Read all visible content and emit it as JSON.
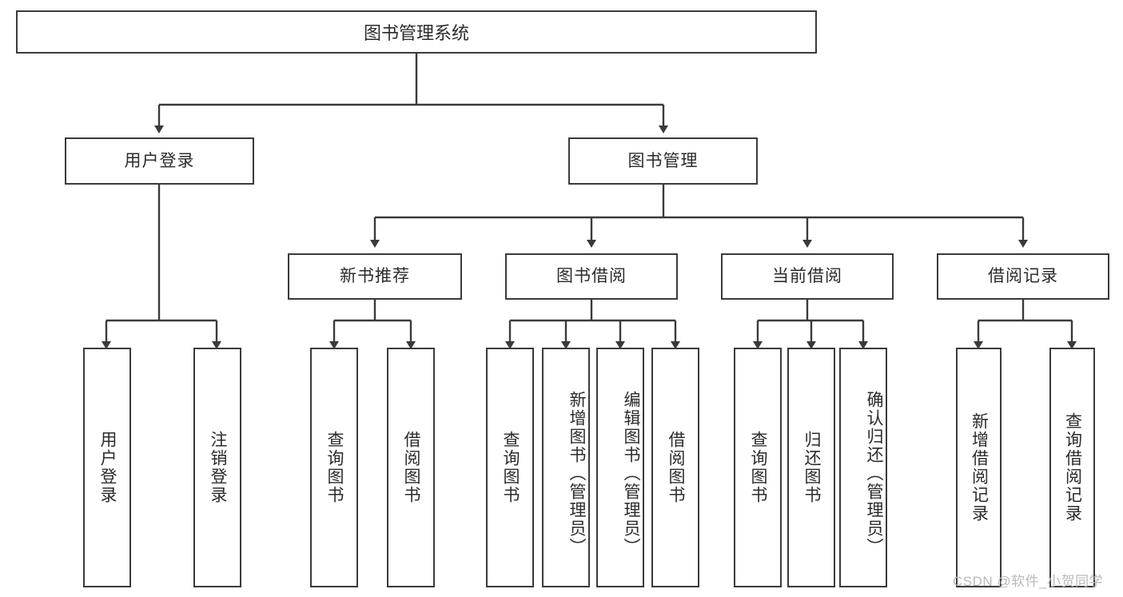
{
  "diagram": {
    "type": "tree-hierarchy",
    "title": "图书管理系统",
    "root": {
      "label": "图书管理系统"
    },
    "level2": [
      {
        "id": "user-login",
        "label": "用户登录"
      },
      {
        "id": "book-management",
        "label": "图书管理"
      }
    ],
    "level3": [
      {
        "id": "new-book-recommend",
        "label": "新书推荐",
        "parent": "book-management"
      },
      {
        "id": "book-borrow",
        "label": "图书借阅",
        "parent": "book-management"
      },
      {
        "id": "current-borrow",
        "label": "当前借阅",
        "parent": "book-management"
      },
      {
        "id": "borrow-record",
        "label": "借阅记录",
        "parent": "book-management"
      }
    ],
    "leaves": [
      {
        "id": "leaf-user-login",
        "label": "用户登录",
        "parent": "user-login"
      },
      {
        "id": "leaf-logout-login",
        "label": "注销登录",
        "parent": "user-login"
      },
      {
        "id": "leaf-query-book-1",
        "label": "查询图书",
        "parent": "new-book-recommend"
      },
      {
        "id": "leaf-borrow-book-1",
        "label": "借阅图书",
        "parent": "new-book-recommend"
      },
      {
        "id": "leaf-query-book-2",
        "label": "查询图书",
        "parent": "book-borrow"
      },
      {
        "id": "leaf-add-book",
        "label": "新增图书（管理员）",
        "parent": "book-borrow"
      },
      {
        "id": "leaf-edit-book",
        "label": "编辑图书（管理员）",
        "parent": "book-borrow"
      },
      {
        "id": "leaf-borrow-book-2",
        "label": "借阅图书",
        "parent": "book-borrow"
      },
      {
        "id": "leaf-query-book-3",
        "label": "查询图书",
        "parent": "current-borrow"
      },
      {
        "id": "leaf-return-book",
        "label": "归还图书",
        "parent": "current-borrow"
      },
      {
        "id": "leaf-confirm-return",
        "label": "确认归还（管理员）",
        "parent": "current-borrow"
      },
      {
        "id": "leaf-add-record",
        "label": "新增借阅记录",
        "parent": "borrow-record"
      },
      {
        "id": "leaf-query-record",
        "label": "查询借阅记录",
        "parent": "borrow-record"
      }
    ],
    "colors": {
      "stroke": "#3a3a3a",
      "fill": "#ffffff",
      "text": "#2b2b2b",
      "watermark": "#b9b9b9"
    }
  },
  "watermark": {
    "text": "CSDN @软件_小贺同学"
  }
}
